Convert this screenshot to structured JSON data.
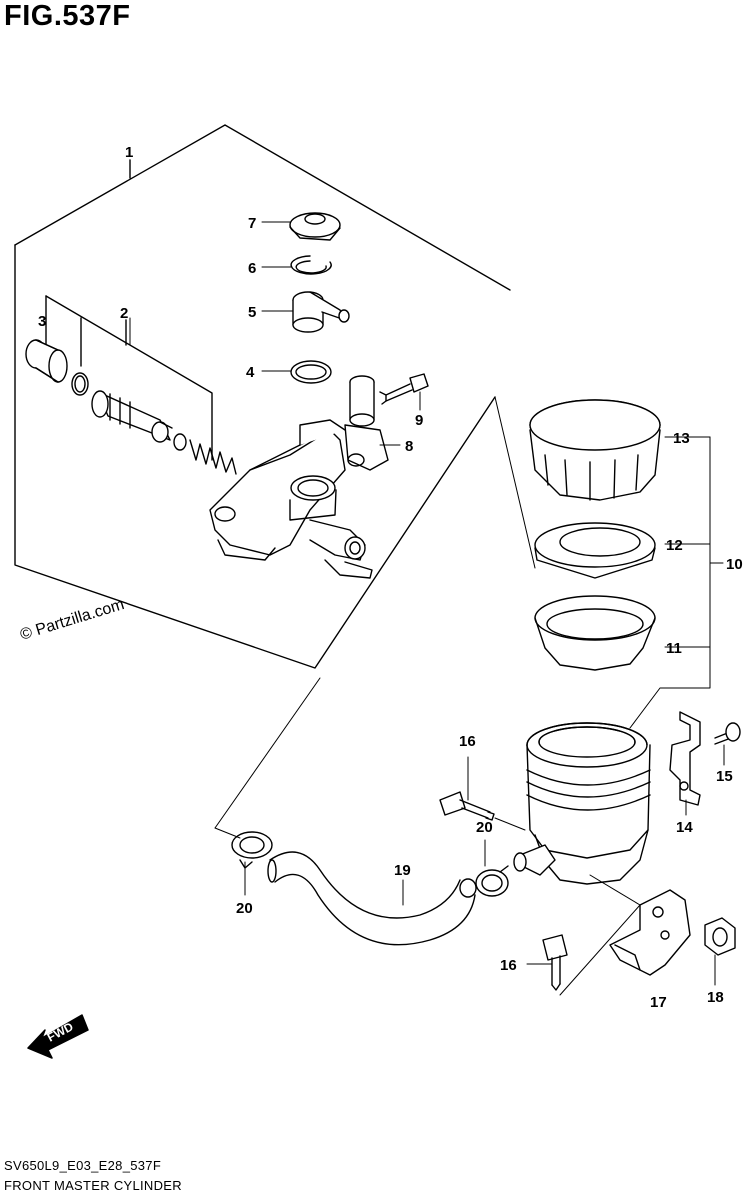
{
  "figure": {
    "title": "FIG.537F",
    "code": "SV650L9_E03_E28_537F",
    "name": "FRONT MASTER CYLINDER"
  },
  "watermark": "© Partzilla.com",
  "fwd_label": "FWD",
  "callouts": {
    "c1": "1",
    "c2": "2",
    "c3": "3",
    "c4": "4",
    "c5": "5",
    "c6": "6",
    "c7": "7",
    "c8": "8",
    "c9": "9",
    "c10": "10",
    "c11": "11",
    "c12": "12",
    "c13": "13",
    "c14": "14",
    "c15": "15",
    "c16a": "16",
    "c16b": "16",
    "c17": "17",
    "c18": "18",
    "c19": "19",
    "c20a": "20",
    "c20b": "20"
  }
}
